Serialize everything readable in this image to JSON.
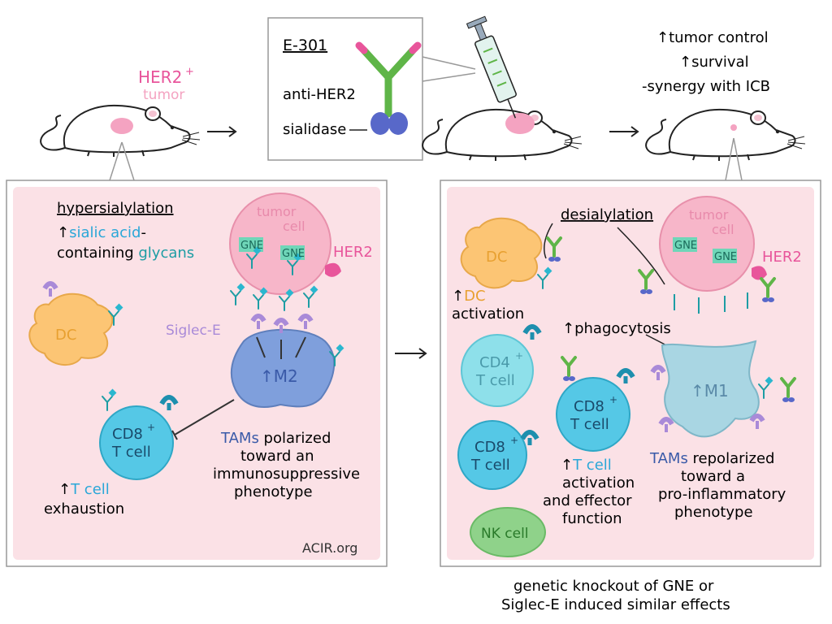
{
  "top": {
    "her2_label": "HER2",
    "her2_sup": "+",
    "tumor_label": "tumor",
    "drug_name": "E-301",
    "anti_her2": "anti-HER2",
    "sialidase": "sialidase",
    "outcomes": [
      "↑tumor control",
      "↑survival",
      "-synergy with ICB"
    ]
  },
  "left_panel": {
    "hypersialylation": "hypersialylation",
    "sialic_arrow": "↑",
    "sialic_acid": "sialic acid",
    "sialic_dash": "-",
    "containing": "containing ",
    "glycans": "glycans",
    "tumor_cell_1": "tumor",
    "tumor_cell_2": "cell",
    "gne_1": "GNE",
    "gne_2": "GNE",
    "her2": "HER2",
    "siglec_e": "Siglec-E",
    "dc": "DC",
    "m2": "↑M2",
    "cd8": "CD8",
    "cd8_sup": "+",
    "t_cell": "T cell",
    "tams_word": "TAMs",
    "tams_rest": " polarized",
    "tams_line2": "toward an",
    "tams_line3": "immunosuppressive",
    "tams_line4": "phenotype",
    "exh_arrow": "↑",
    "exh_tcell": "T cell",
    "exh_line2": "exhaustion",
    "credit": "ACIR.org"
  },
  "right_panel": {
    "desialylation": "desialylation",
    "tumor_cell_1": "tumor",
    "tumor_cell_2": "cell",
    "gne_1": "GNE",
    "gne_2": "GNE",
    "her2": "HER2",
    "dc": "DC",
    "dc_act_arrow": "↑",
    "dc_act_dc": "DC",
    "dc_act_line2": "activation",
    "phagocytosis": "↑phagocytosis",
    "cd4": "CD4",
    "cd4_sup": "+",
    "cd4_tcell": "T cell",
    "cd8a": "CD8",
    "cd8a_sup": "+",
    "cd8a_tcell": "T cell",
    "cd8b": "CD8",
    "cd8b_sup": "+",
    "cd8b_tcell": "T cell",
    "m1": "↑M1",
    "tact_arrow": "↑",
    "tact_tcell": "T cell",
    "tact_line2": "activation",
    "tact_line3": "and effector",
    "tact_line4": "function",
    "nk": "NK cell",
    "tams_word": "TAMs",
    "tams_rest": " repolarized",
    "tams_line2": "toward a",
    "tams_line3": "pro-inflammatory",
    "tams_line4": "phenotype"
  },
  "footer": {
    "line1": "genetic knockout of GNE or",
    "line2": "Siglec-E induced similar effects"
  },
  "colors": {
    "panel_bg": "#fbe1e6",
    "pink": "#e8559b",
    "tumor_pink": "#f7b6c9",
    "dc_orange": "#fcc574",
    "m2_blue": "#7f9fdc",
    "m1_blue": "#a9d6e3",
    "tcell_cyan": "#55c8e6",
    "nk_green": "#8fd28a",
    "siglec_purple": "#a98ad8",
    "teal": "#1d9da4",
    "antibody_green": "#5fb548",
    "sialidase_blue": "#5868c9"
  }
}
